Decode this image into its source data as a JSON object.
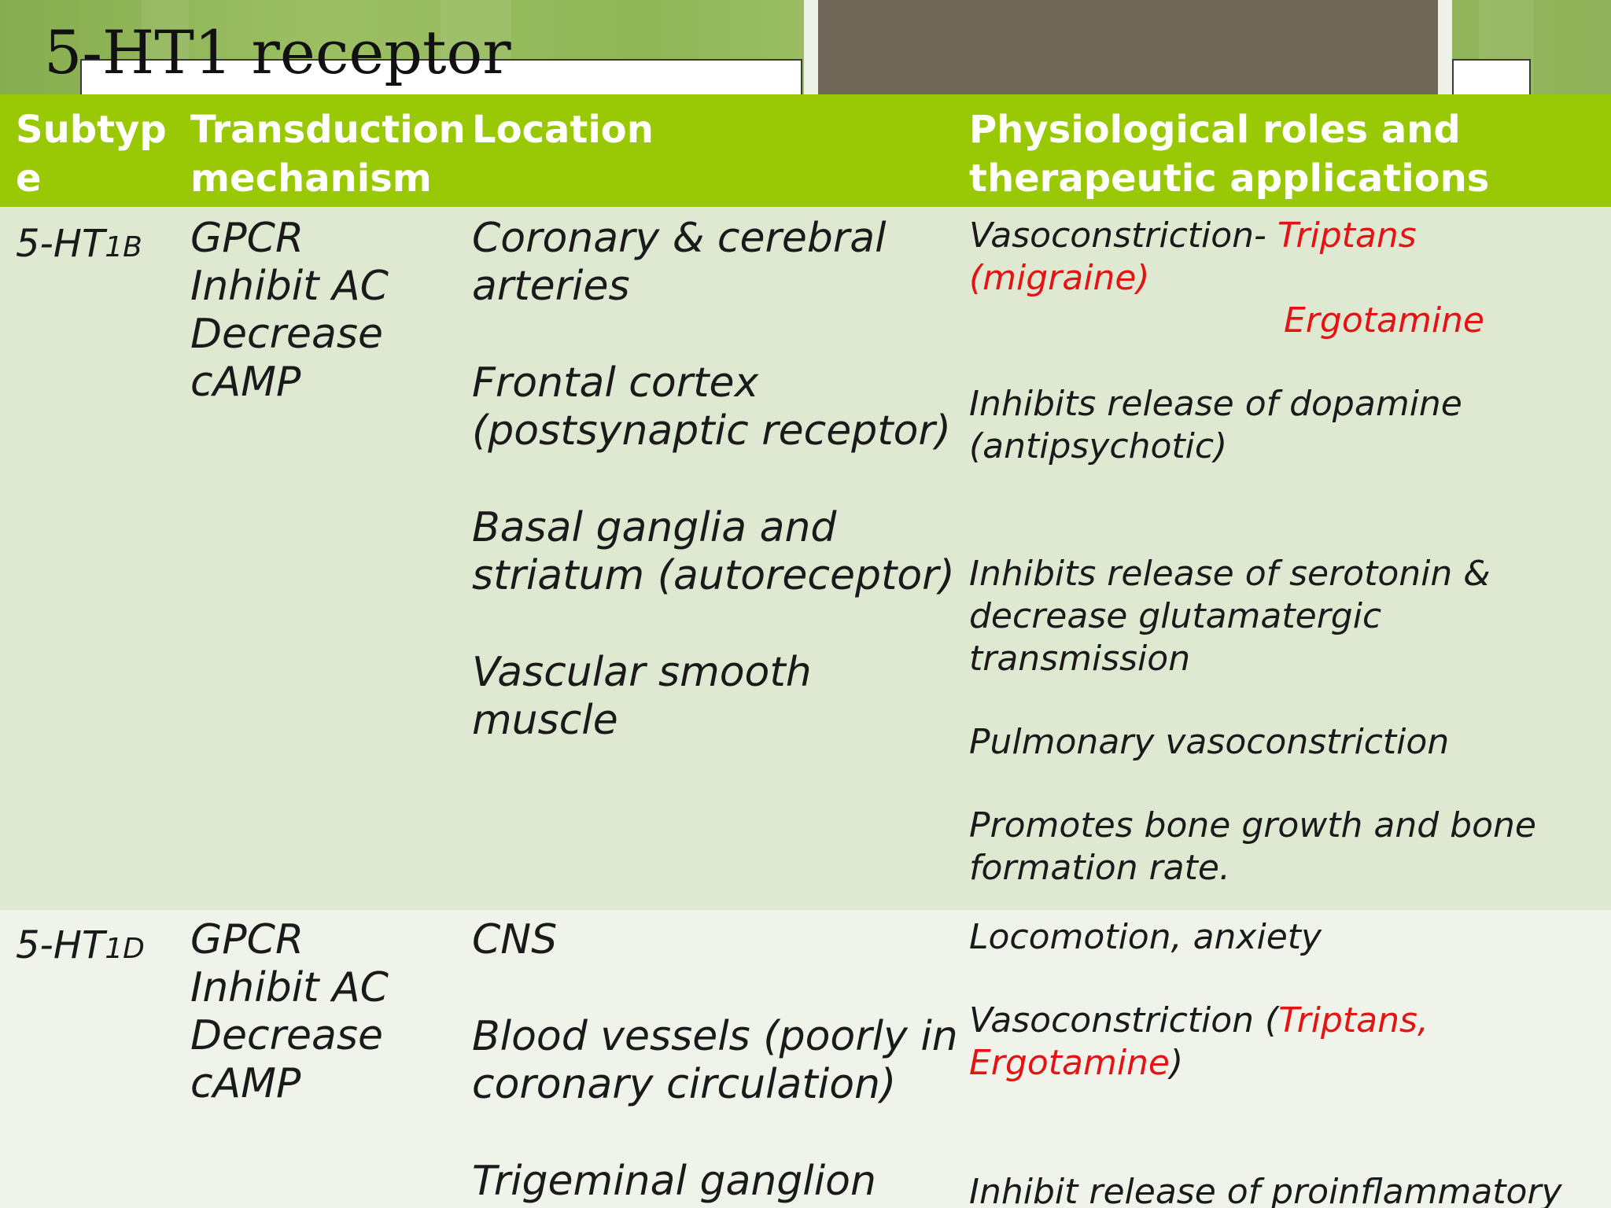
{
  "title": "5-HT1 receptor",
  "headers": {
    "subtype": [
      "Subtyp",
      "e"
    ],
    "transduction": [
      "Transduction",
      "mechanism"
    ],
    "location": [
      "Location"
    ],
    "physiological": [
      "Physiological roles and",
      "therapeutic applications"
    ]
  },
  "rows": [
    {
      "subtype": {
        "base": "5-HT",
        "sub": "1B"
      },
      "transduction": [
        "GPCR",
        "Inhibit AC",
        "Decrease",
        "cAMP"
      ],
      "location": {
        "g1": [
          "Coronary & cerebral",
          "arteries"
        ],
        "g2": [
          "Frontal cortex",
          "(postsynaptic receptor)"
        ],
        "g3": [
          "Basal ganglia and",
          "striatum (autoreceptor)"
        ],
        "g4": [
          "Vascular smooth",
          "muscle"
        ]
      },
      "physiological": {
        "vaso_prefix": "Vasoconstriction- ",
        "vaso_red1": "Triptans",
        "vaso_red2": "(migraine)",
        "vaso_red3": "Ergotamine",
        "dopamine": [
          "Inhibits release of dopamine",
          "(antipsychotic)"
        ],
        "serotonin": [
          "Inhibits release of serotonin &",
          "decrease glutamatergic",
          "transmission"
        ],
        "pulmonary": "Pulmonary vasoconstriction",
        "bone": [
          "Promotes bone growth and bone",
          "formation rate."
        ]
      }
    },
    {
      "subtype": {
        "base": "5-HT",
        "sub": "1D"
      },
      "transduction": [
        "GPCR",
        "Inhibit AC",
        "Decrease",
        "cAMP"
      ],
      "location": {
        "g1": [
          "CNS"
        ],
        "g2": [
          "Blood vessels (poorly in",
          "coronary circulation)"
        ],
        "g3": [
          "Trigeminal ganglion"
        ]
      },
      "physiological": {
        "loco": "Locomotion, anxiety",
        "vaso_prefix": "Vasoconstriction (",
        "vaso_red1": "Triptans,",
        "vaso_red2": "Ergotamine",
        "vaso_suffix": ")",
        "inhibit": "Inhibit release of proinflammatory"
      }
    }
  ]
}
